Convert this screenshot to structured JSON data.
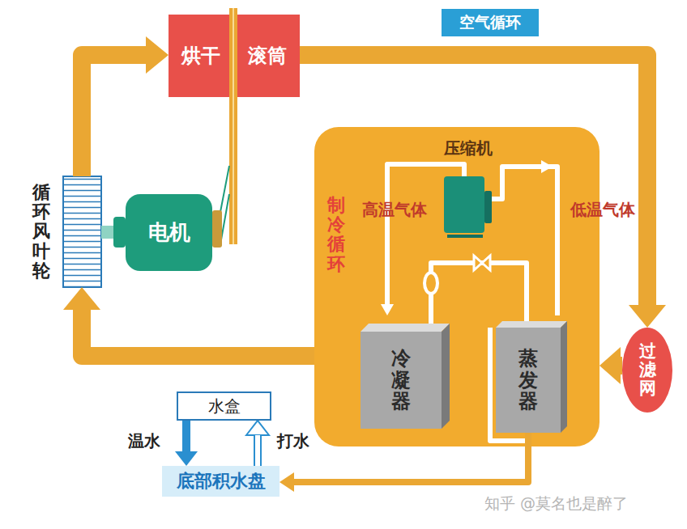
{
  "diagram": {
    "nodes": [
      {
        "text": [
          "烘干",
          "滚筒"
        ]
      },
      {
        "text": [
          "空气循环"
        ]
      },
      {
        "text": [
          "制冷循环"
        ]
      },
      {
        "text": [
          "冷凝器"
        ],
        "in": 2
      },
      {
        "text": [
          "蒸发器"
        ],
        "in": 2
      },
      {
        "text": [
          "过滤网"
        ]
      },
      {
        "text": [
          "电机"
        ]
      },
      {
        "text": [
          "循环风叶轮"
        ]
      },
      {
        "text": [
          "水盒"
        ]
      },
      {
        "text": [
          "底部积水盘"
        ]
      }
    ],
    "edges": [
      {
        "from": 0,
        "to": 5,
        "arrow": "to"
      },
      {
        "from": 5,
        "to": 2,
        "arrow": "to"
      },
      {
        "from": 2,
        "to": 7,
        "arrow": "to"
      },
      {
        "from": 7,
        "to": 0,
        "arrow": "to"
      },
      {
        "from": 4,
        "to": 9,
        "arrow": "to"
      },
      {
        "from": 8,
        "to": 9,
        "label": "温水",
        "arrow": "to"
      },
      {
        "from": 9,
        "to": 8,
        "label": "打水",
        "arrow": "to"
      }
    ],
    "labels": [
      "压缩机",
      "高温气体",
      "低温气体",
      "知乎 @莫名也是醉了"
    ]
  }
}
